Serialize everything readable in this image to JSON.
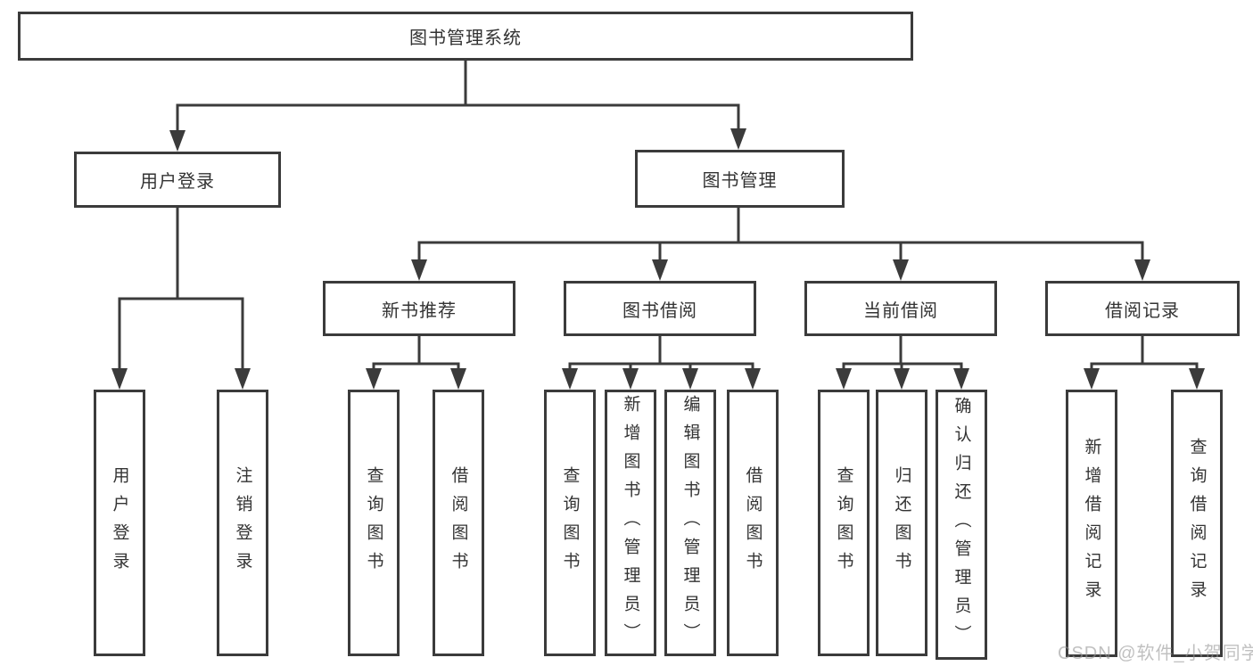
{
  "tree": {
    "label": "图书管理系统",
    "children": [
      {
        "label": "用户登录",
        "children": [
          {
            "label": "用户登录"
          },
          {
            "label": "注销登录"
          }
        ]
      },
      {
        "label": "图书管理",
        "children": [
          {
            "label": "新书推荐",
            "children": [
              {
                "label": "查询图书"
              },
              {
                "label": "借阅图书"
              }
            ]
          },
          {
            "label": "图书借阅",
            "children": [
              {
                "label": "查询图书"
              },
              {
                "label": "新增图书（管理员）"
              },
              {
                "label": "编辑图书（管理员）"
              },
              {
                "label": "借阅图书"
              }
            ]
          },
          {
            "label": "当前借阅",
            "children": [
              {
                "label": "查询图书"
              },
              {
                "label": "归还图书"
              },
              {
                "label": "确认归还（管理员）"
              }
            ]
          },
          {
            "label": "借阅记录",
            "children": [
              {
                "label": "新增借阅记录"
              },
              {
                "label": "查询借阅记录"
              }
            ]
          }
        ]
      }
    ]
  },
  "watermark": {
    "text": "CSDN @软件_小贺同学"
  },
  "colors": {
    "line": "#3b3b3b",
    "text": "#333333",
    "background": "#ffffff",
    "watermark": "#969696"
  }
}
